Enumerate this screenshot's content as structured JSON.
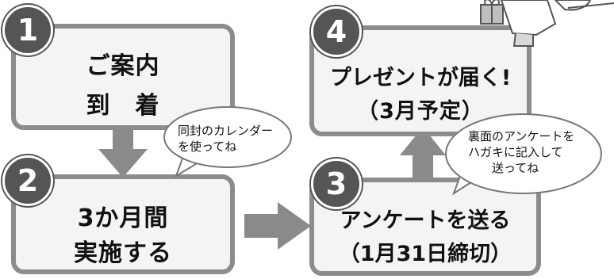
{
  "steps": [
    {
      "number": "1",
      "line1": "ご案内",
      "line2": "到　着"
    },
    {
      "number": "2",
      "line1": "3か月間",
      "line2": "実施する"
    },
    {
      "number": "3",
      "line1": "アンケートを送る",
      "line2": "（1月31日締切）"
    },
    {
      "number": "4",
      "line1": "プレゼントが届く!",
      "line2": "（3月予定）"
    }
  ],
  "bubbles": {
    "calendar": {
      "line1": "同封のカレンダー",
      "line2": "を使ってね"
    },
    "survey": {
      "line1": "裏面のアンケートを",
      "line2": "ハガキに記入して",
      "line3": "送ってね"
    }
  },
  "colors": {
    "box_border": "#8c8c8c",
    "box_fill": "#f4f4f4",
    "number_circle": "#555555",
    "arrow": "#8a8a8a"
  },
  "icons": {
    "mascot": "mascot-with-gift-icon"
  }
}
